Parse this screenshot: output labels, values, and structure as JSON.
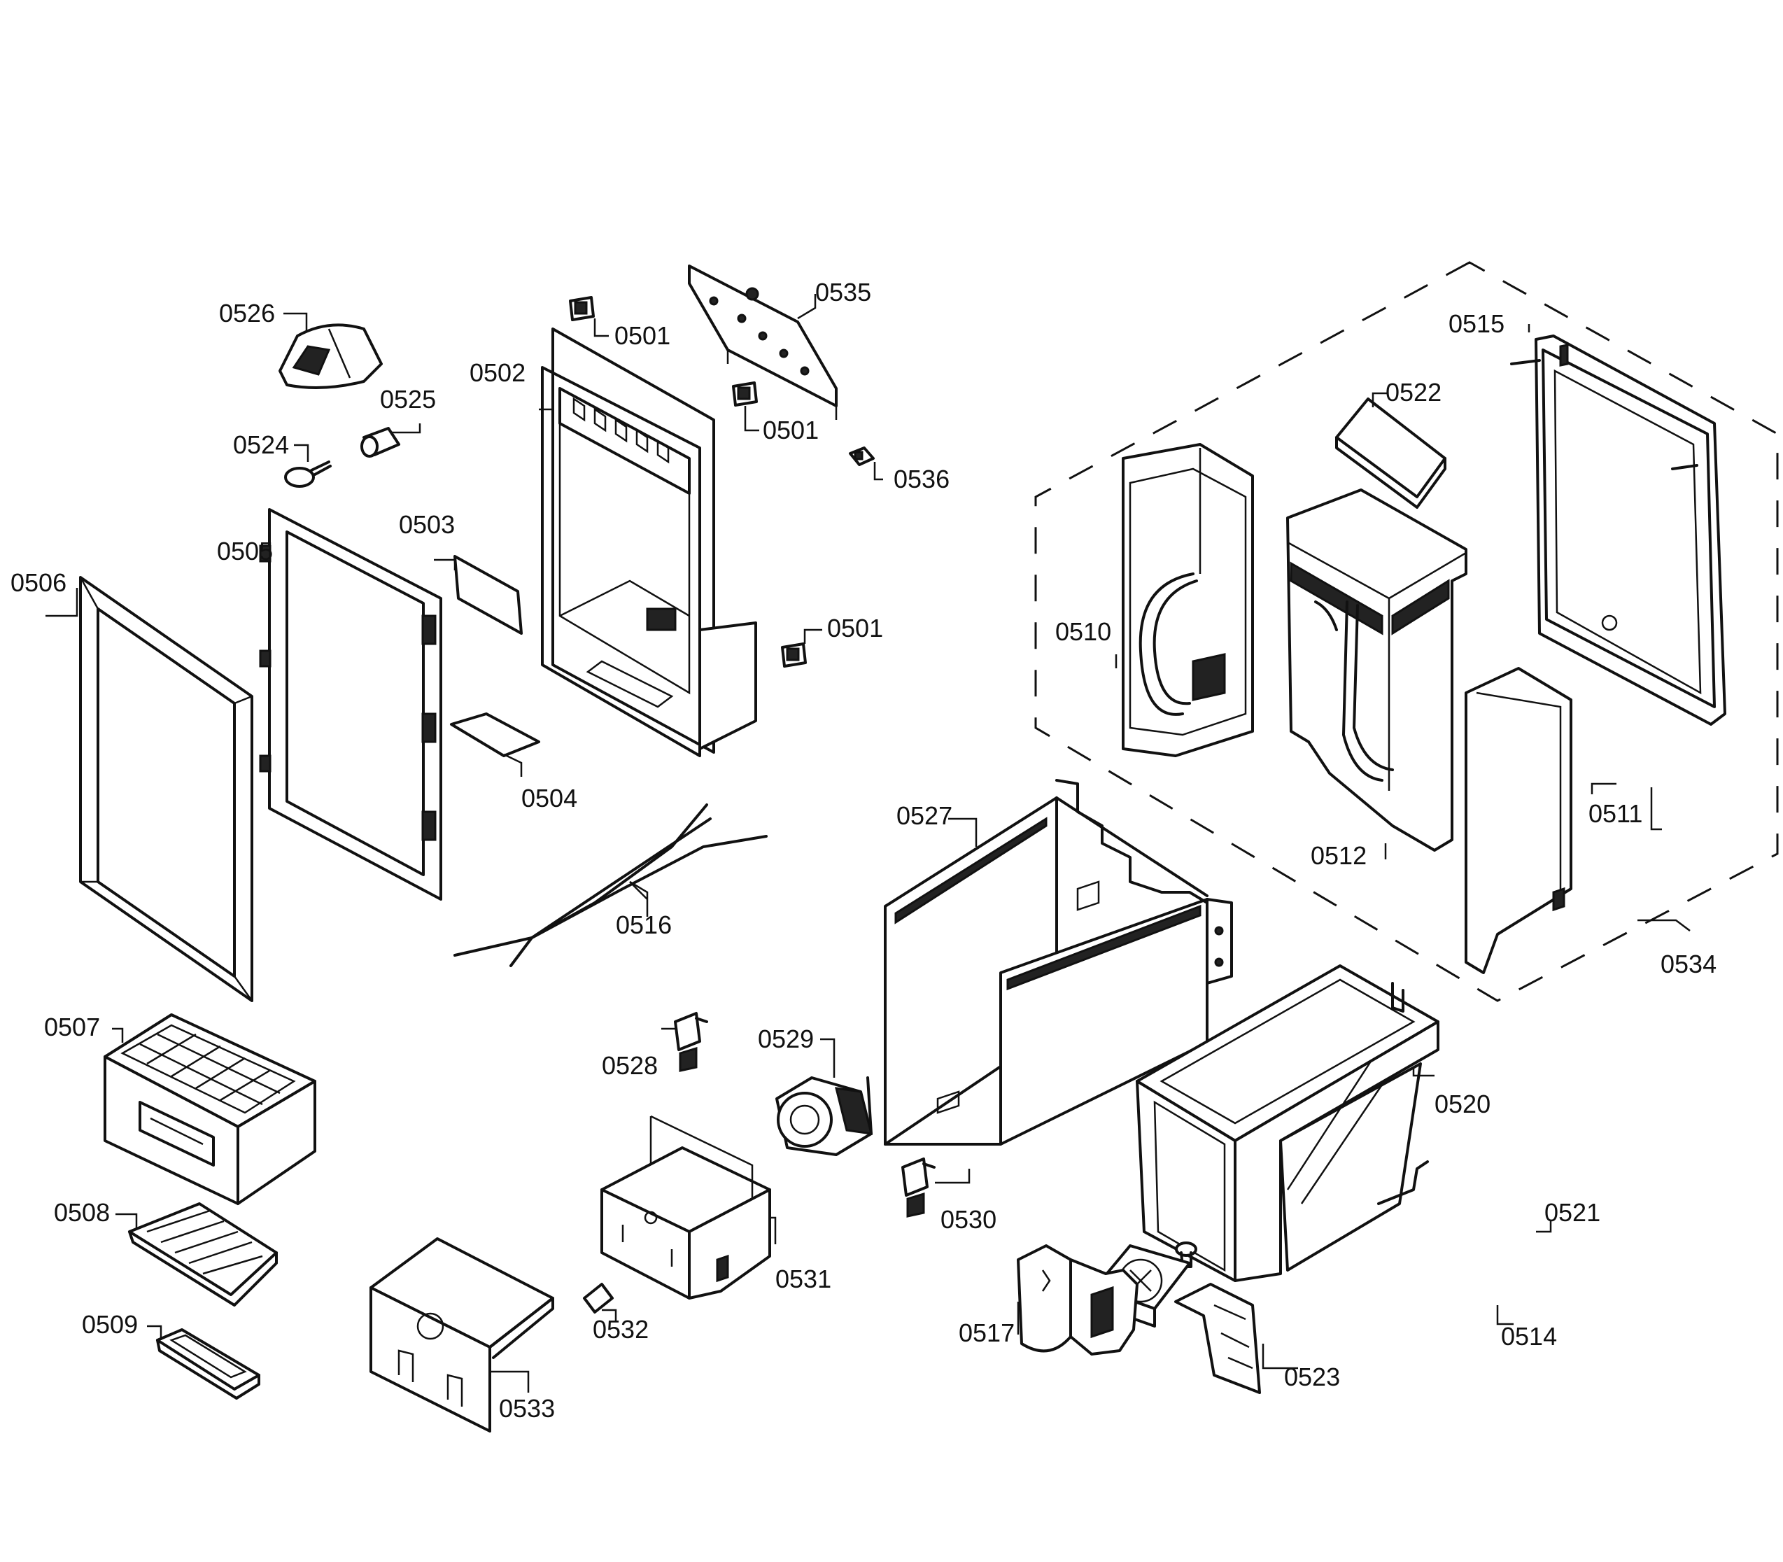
{
  "diagram": {
    "labels": {
      "p0501_top": "0501",
      "p0501_mid": "0501",
      "p0501_low": "0501",
      "p0502": "0502",
      "p0503": "0503",
      "p0504": "0504",
      "p0505": "0505",
      "p0506": "0506",
      "p0507": "0507",
      "p0508": "0508",
      "p0509": "0509",
      "p0510": "0510",
      "p0511": "0511",
      "p0512": "0512",
      "p0514": "0514",
      "p0515": "0515",
      "p0516": "0516",
      "p0517": "0517",
      "p0520": "0520",
      "p0521": "0521",
      "p0522": "0522",
      "p0523": "0523",
      "p0524": "0524",
      "p0525": "0525",
      "p0526": "0526",
      "p0527": "0527",
      "p0528": "0528",
      "p0529": "0529",
      "p0530": "0530",
      "p0531": "0531",
      "p0532": "0532",
      "p0533": "0533",
      "p0534": "0534",
      "p0535": "0535",
      "p0536": "0536"
    }
  }
}
